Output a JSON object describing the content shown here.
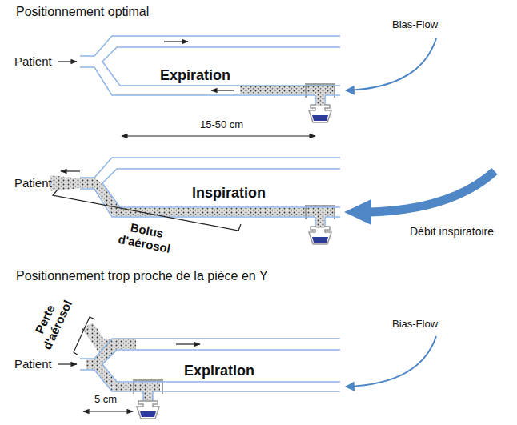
{
  "diagram": {
    "labels": [
      "Positionnement optimal",
      "Patient",
      "Expiration",
      "Bias-Flow",
      "15-50 cm",
      "Patient",
      "Inspiration",
      "Débit inspiratoire",
      "Bolus d'aérosol",
      "Positionnement trop proche de la pièce en Y",
      "Perte d'aérosol",
      "Patient",
      "Expiration",
      "Bias-Flow",
      "5 cm"
    ]
  }
}
